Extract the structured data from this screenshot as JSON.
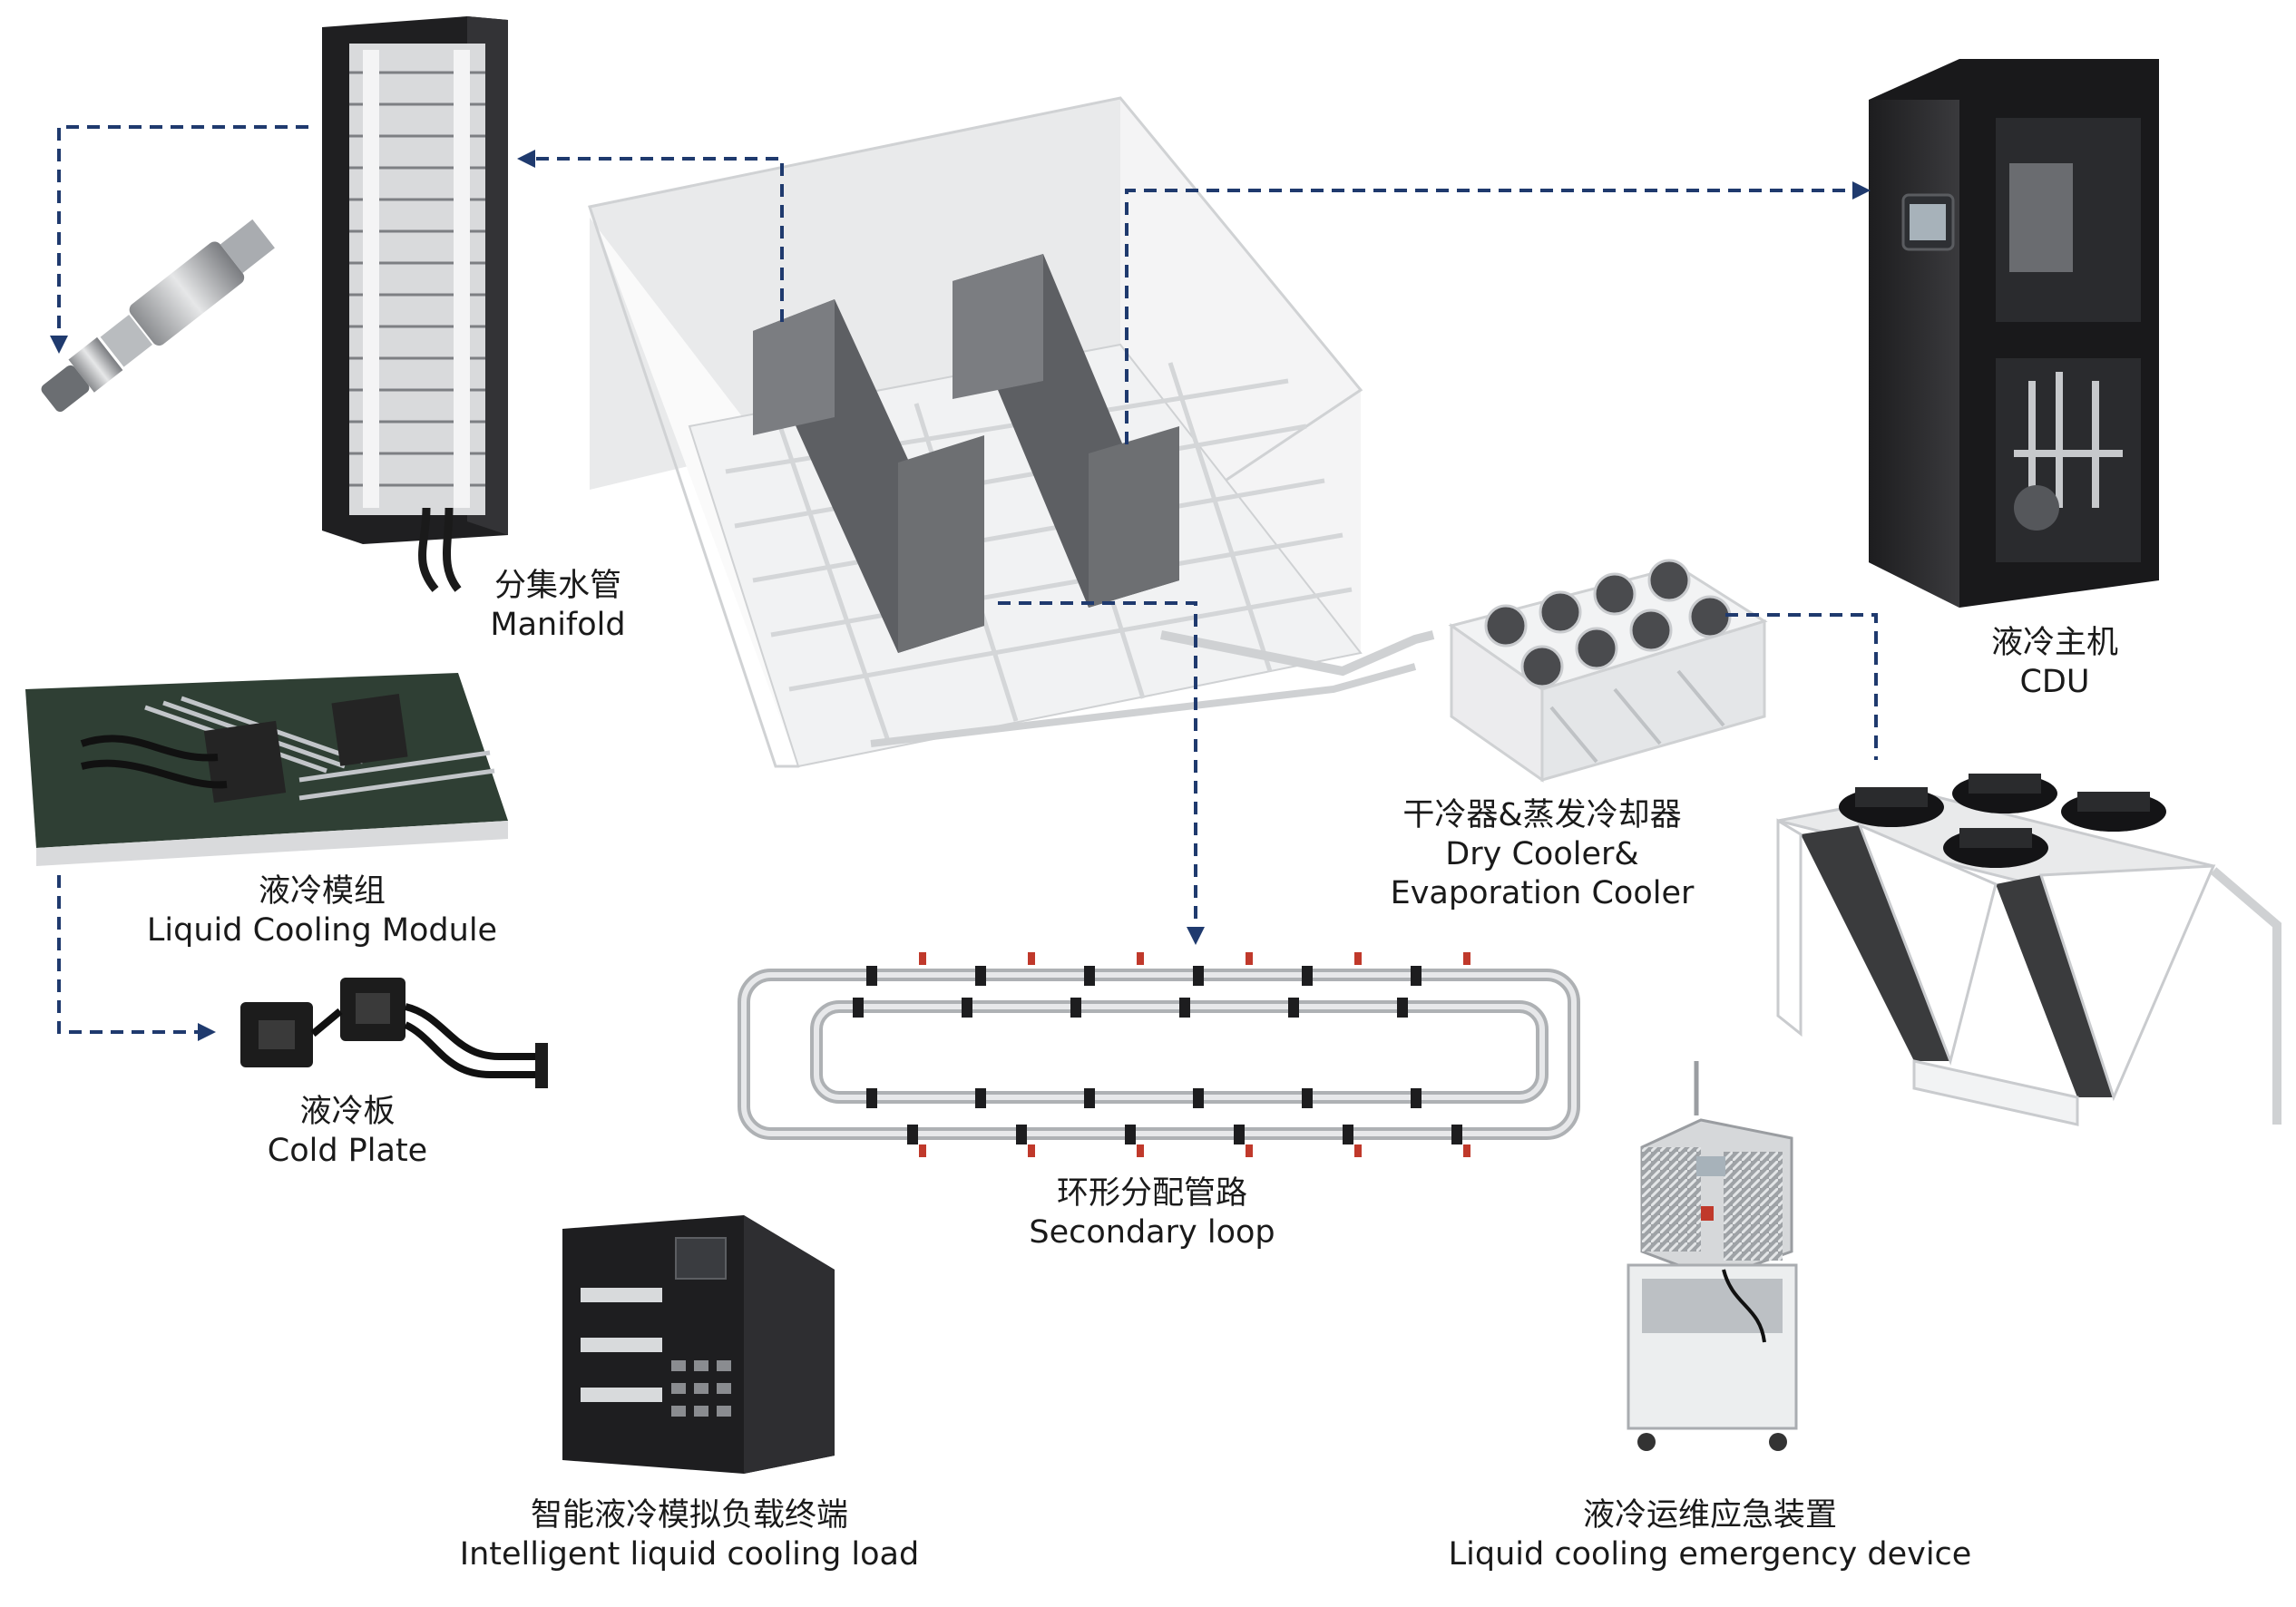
{
  "colors": {
    "arrow": "#1f3a6e",
    "rack_dark": "#2a2a2a",
    "rack_gray": "#6d6f72",
    "frame": "#f2f2f2"
  },
  "components": {
    "manifold": {
      "zh": "分集水管",
      "en": "Manifold"
    },
    "cdu": {
      "zh": "液冷主机",
      "en": "CDU"
    },
    "module": {
      "zh": "液冷模组",
      "en": "Liquid Cooling Module"
    },
    "coolers": {
      "zh": "干冷器&蒸发冷却器",
      "en1": "Dry Cooler&",
      "en2": "Evaporation Cooler"
    },
    "coldplate": {
      "zh": "液冷板",
      "en": "Cold Plate"
    },
    "loop": {
      "zh": "环形分配管路",
      "en": "Secondary loop"
    },
    "load": {
      "zh": "智能液冷模拟负载终端",
      "en": "Intelligent liquid cooling load"
    },
    "emergency": {
      "zh": "液冷运维应急装置",
      "en": "Liquid cooling emergency device"
    }
  },
  "icons": [
    "server-rack-icon",
    "quick-connector-icon",
    "data-hall-icon",
    "cdu-cabinet-icon",
    "motherboard-icon",
    "cold-plate-icon",
    "dry-cooler-icon",
    "v-cooler-icon",
    "ring-pipe-icon",
    "load-cabinet-icon",
    "emergency-cart-icon"
  ]
}
